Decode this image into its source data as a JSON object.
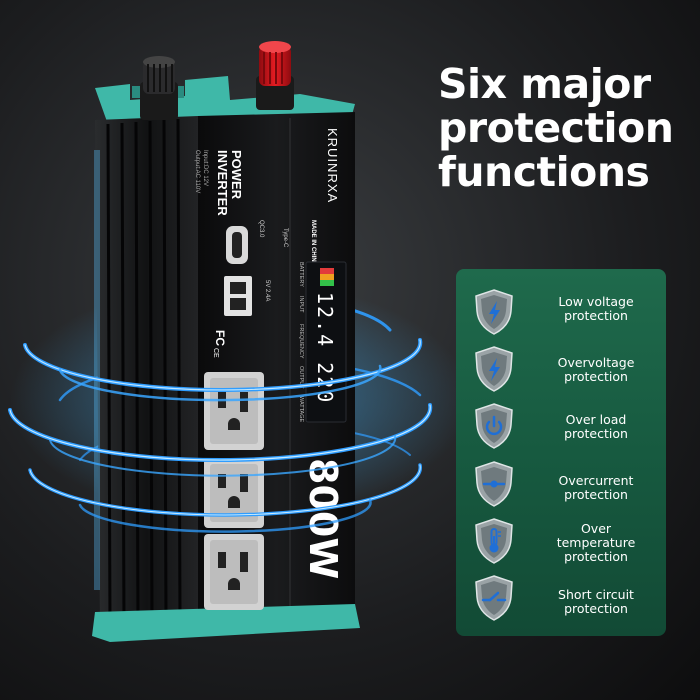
{
  "headline": {
    "line1": "Six major",
    "line2": "protection",
    "line3": "functions"
  },
  "product": {
    "brand": "KRUINRXA",
    "type_line1": "POWER",
    "type_line2": "INVERTER",
    "input_spec": "Input:DC 12V",
    "output_spec": "Output:AC 110V",
    "wattage": "800W",
    "display_reading": "12.4 220",
    "usb_c_label": "Type-C",
    "usb_qc_label": "QC3.0",
    "usb_5v_label": "5V 2.4A",
    "made_in": "MADE IN CHINA",
    "display_labels": [
      "BATTERY",
      "INPUT",
      "FREQUENCY",
      "OUTPUT",
      "WATTAGE"
    ]
  },
  "features": [
    {
      "icon": "lightning-icon",
      "line1": "Low voltage",
      "line2": "protection"
    },
    {
      "icon": "lightning-icon",
      "line1": "Overvoltage",
      "line2": "protection"
    },
    {
      "icon": "power-icon",
      "line1": "Over load",
      "line2": "protection"
    },
    {
      "icon": "current-icon",
      "line1": "Overcurrent",
      "line2": "protection"
    },
    {
      "icon": "thermometer-icon",
      "line1": "Over",
      "line2": "temperature",
      "line3": "protection"
    },
    {
      "icon": "switch-icon",
      "line1": "Short circuit",
      "line2": "protection"
    }
  ],
  "colors": {
    "panel": "#1b6347",
    "accent_teal": "#3fb8a8",
    "glow_blue": "#2fa8ff",
    "terminal_red": "#d8141a"
  }
}
